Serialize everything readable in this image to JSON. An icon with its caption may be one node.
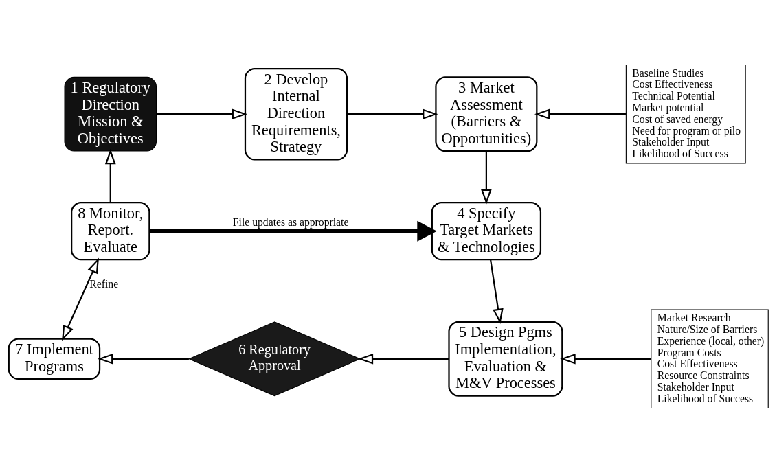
{
  "diagram": {
    "nodes": [
      {
        "text": [
          "1 Regulatory Direction Mission & Objectives"
        ]
      },
      {
        "text": [
          "2 Develop Internal Direction Requirements, Strategy"
        ]
      },
      {
        "text": [
          "3 Market Assessment (Barriers & Opportunities)"
        ]
      },
      {
        "text": [
          "Baseline Studies",
          "Cost Effectiveness",
          "Technical Potential",
          "Market potential",
          "Cost of saved energy",
          "Need for program or pilo",
          "Stakeholder Input",
          "Likelihood of Success"
        ]
      },
      {
        "text": [
          "8 Monitor, Report. Evaluate"
        ]
      },
      {
        "text": [
          "4 Specify Target Markets & Technologies"
        ]
      },
      {
        "text": [
          "Market Research",
          "Nature/Size of Barriers",
          "Experience (local, other)",
          "Program Costs",
          "Cost Effectiveness",
          "Resource Constraints",
          "Stakeholder Input",
          "Likelihood of Success"
        ]
      },
      {
        "text": [
          "7 Implement Programs"
        ]
      },
      {
        "text": [
          "6 Regulatory Approval"
        ]
      },
      {
        "text": [
          "5 Design Pgms Implementation, Evaluation & M&V Processes"
        ]
      }
    ],
    "edges": [
      {
        "from": 0,
        "to": 1,
        "arrow": "to"
      },
      {
        "from": 1,
        "to": 2,
        "arrow": "to"
      },
      {
        "from": 3,
        "to": 2,
        "arrow": "to"
      },
      {
        "from": 2,
        "to": 5,
        "arrow": "to"
      },
      {
        "from": 4,
        "to": 5,
        "arrow": "to",
        "label": "File updates as appropriate",
        "style": "thick"
      },
      {
        "from": 4,
        "to": 0,
        "arrow": "to"
      },
      {
        "from": 5,
        "to": 9,
        "arrow": "to"
      },
      {
        "from": 6,
        "to": 9,
        "arrow": "to"
      },
      {
        "from": 9,
        "to": 8,
        "arrow": "to"
      },
      {
        "from": 8,
        "to": 7,
        "arrow": "to"
      },
      {
        "from": 7,
        "to": 4,
        "arrow": "both",
        "label": "Refine"
      }
    ]
  }
}
